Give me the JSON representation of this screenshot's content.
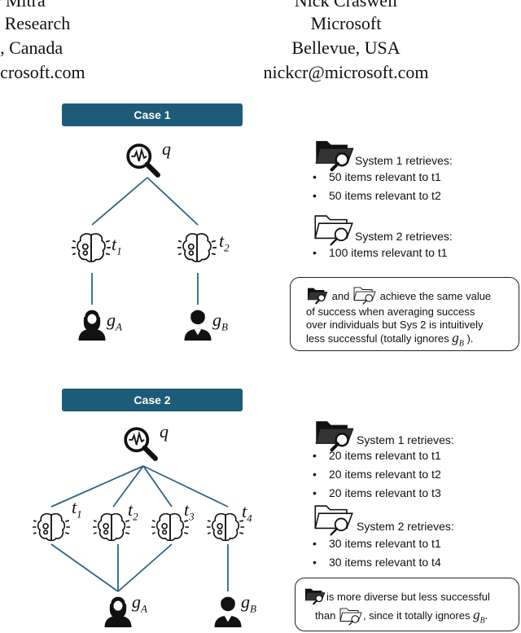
{
  "header": {
    "left": {
      "name": "r Mitra",
      "org": "t Research",
      "loc": "l, Canada",
      "email": "icrosoft.com"
    },
    "right": {
      "name": "Nick Craswell",
      "org": "Microsoft",
      "loc": "Bellevue, USA",
      "email": "nickcr@microsoft.com"
    }
  },
  "case1": {
    "title": "Case 1",
    "query": "q",
    "intent1": "t",
    "intent1_sub": "1",
    "intent2": "t",
    "intent2_sub": "2",
    "userA": "g",
    "userA_sub": "A",
    "userB": "g",
    "userB_sub": "B",
    "sys1_title": "System 1 retrieves:",
    "sys1_items": [
      "50 items relevant to t1",
      "50 items relevant to t2"
    ],
    "sys2_title": "System 2 retrieves:",
    "sys2_items": [
      "100 items relevant to t1"
    ],
    "note_and": "and",
    "note_p1": "achieve the same value",
    "note_p2": "of success when averaging success",
    "note_p3": "over individuals but Sys 2 is intuitively",
    "note_p4": "less successful (totally ignores",
    "note_var": "g",
    "note_var_sub": "B",
    "note_end": ")."
  },
  "case2": {
    "title": "Case 2",
    "query": "q",
    "intents": [
      {
        "t": "t",
        "sub": "1"
      },
      {
        "t": "t",
        "sub": "2"
      },
      {
        "t": "t",
        "sub": "3"
      },
      {
        "t": "t",
        "sub": "4"
      }
    ],
    "userA": "g",
    "userA_sub": "A",
    "userB": "g",
    "userB_sub": "B",
    "sys1_title": "System 1 retrieves:",
    "sys1_items": [
      "20 items relevant to t1",
      "20 items relevant to t2",
      "20 items relevant to t3"
    ],
    "sys2_title": "System 2 retrieves:",
    "sys2_items": [
      "30 items relevant to t1",
      "30 items relevant to t4"
    ],
    "note_p1": "is more diverse but less successful",
    "note_than": "than",
    "note_p2": ", since it totally ignores",
    "note_var": "g",
    "note_var_sub": "B",
    "note_end": "."
  },
  "colors": {
    "case_bar": "#1d5b78",
    "edge": "#2c6484"
  }
}
